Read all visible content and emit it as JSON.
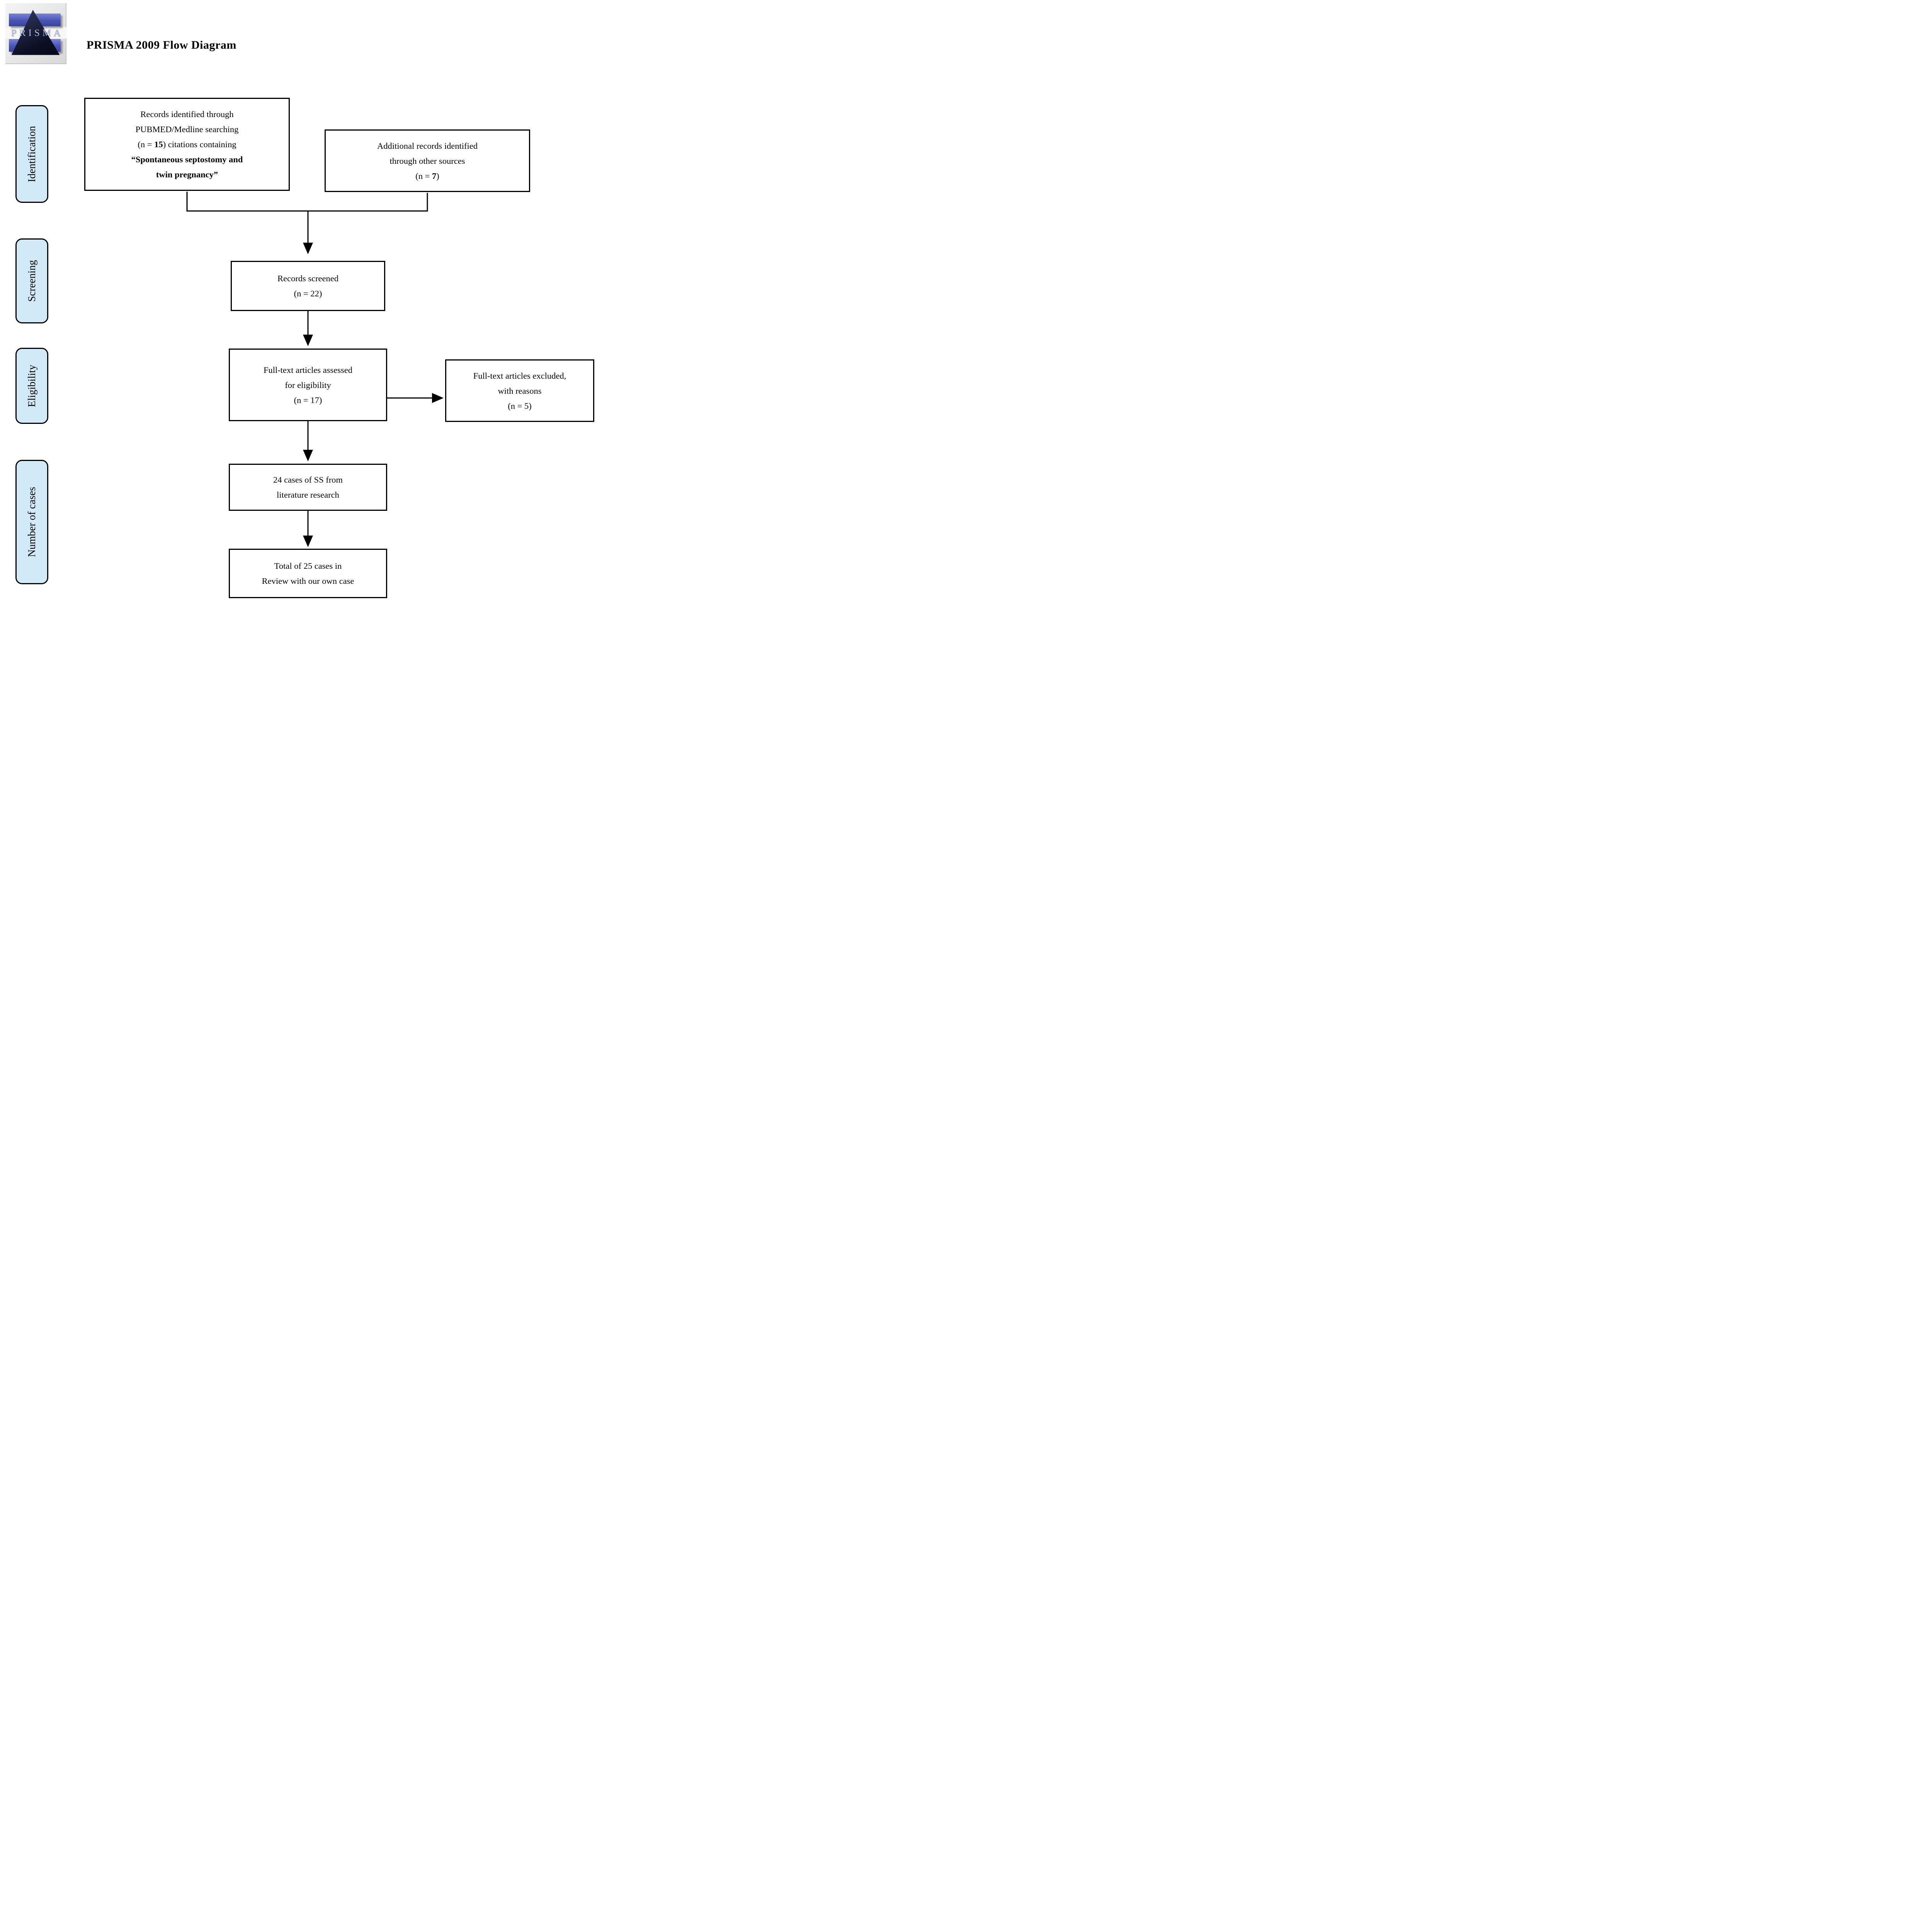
{
  "header": {
    "title": "PRISMA 2009 Flow Diagram",
    "logo_text": "PRISMA"
  },
  "sidebar": {
    "labels": [
      "Identification",
      "Screening",
      "Eligibility",
      "Number of cases"
    ]
  },
  "flow": {
    "records_identified": {
      "line1": "Records identified through",
      "line2": "PUBMED/Medline searching",
      "line3_pre": "(n = ",
      "line3_n": "15",
      "line3_post": ") citations containing",
      "line4": "“Spontaneous septostomy and",
      "line5": "twin pregnancy”"
    },
    "additional_records": {
      "line1": "Additional records identified",
      "line2": "through other sources",
      "line3_pre": "(n = ",
      "line3_n": "7",
      "line3_post": ")"
    },
    "records_screened": {
      "line1": "Records screened",
      "line2": "(n = 22)"
    },
    "fulltext_assessed": {
      "line1": "Full-text articles assessed",
      "line2": "for eligibility",
      "line3": "(n = 17)"
    },
    "fulltext_excluded": {
      "line1": "Full-text articles excluded,",
      "line2": "with reasons",
      "line3": "(n = 5)"
    },
    "cases_from_literature": {
      "line1": "24 cases of SS from",
      "line2": "literature research"
    },
    "total_cases": {
      "line1": "Total of 25 cases in",
      "line2": "Review with our own case"
    }
  },
  "colors": {
    "stage_fill": "#d2eaf8",
    "stage_border": "#000000",
    "box_border": "#000000",
    "arrow": "#000000",
    "logo_bar_blue": "#4a54b4",
    "logo_triangle_navy": "#0c0f24",
    "background": "#ffffff"
  }
}
